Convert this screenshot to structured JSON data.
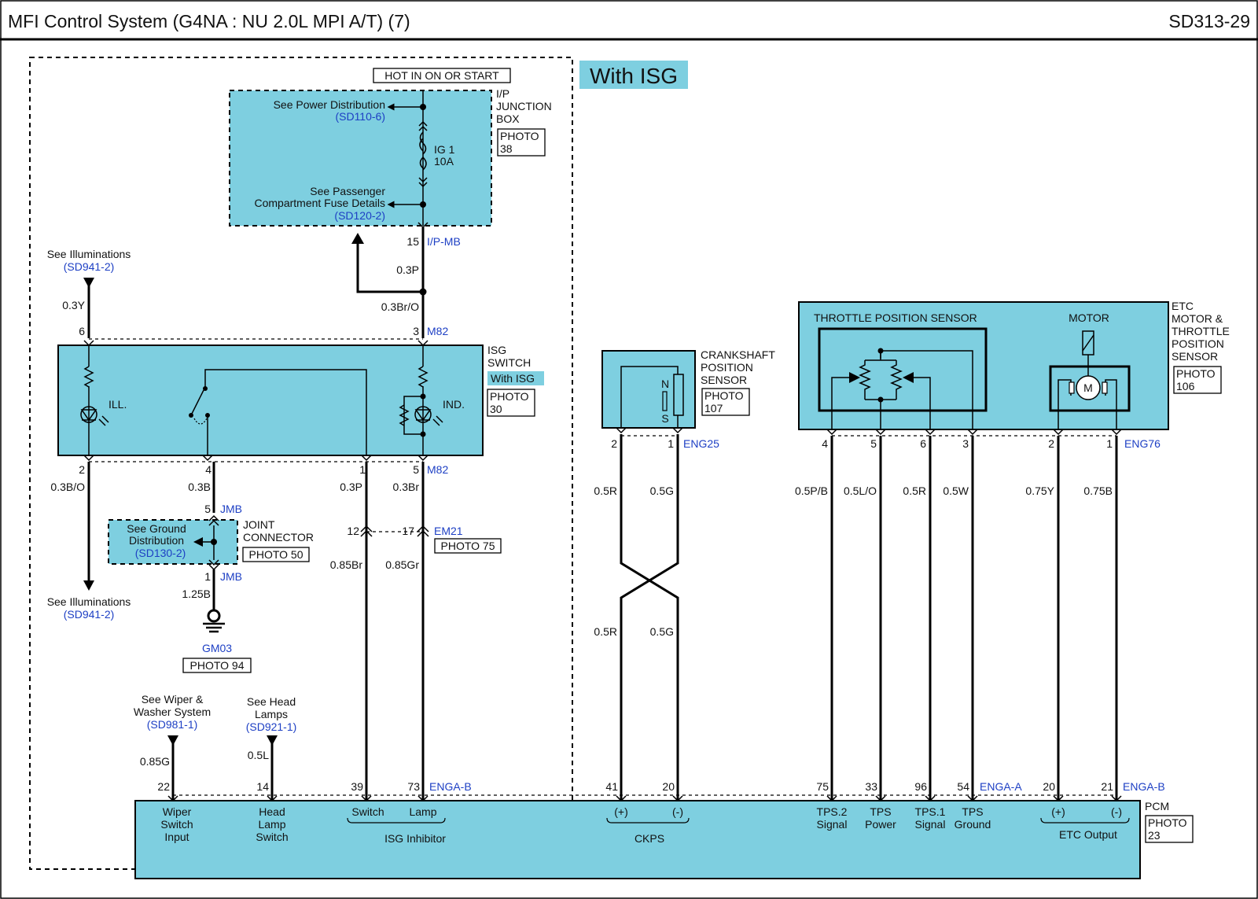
{
  "header": {
    "title": "MFI Control System (G4NA : NU 2.0L MPI A/T) (7)",
    "page_code": "SD313-29"
  },
  "variant_label": "With ISG",
  "junction_box": {
    "hot_label": "HOT IN ON OR START",
    "name": [
      "I/P",
      "JUNCTION",
      "BOX"
    ],
    "photo": [
      "PHOTO",
      "38"
    ],
    "power_ref_text": "See Power Distribution",
    "power_ref": "(SD110-6)",
    "fuse_name": "IG 1",
    "fuse_rating": "10A",
    "fuse_ref_text": [
      "See Passenger",
      "Compartment Fuse Details"
    ],
    "fuse_ref": "(SD120-2)",
    "pin": "15",
    "connector": "I/P-MB"
  },
  "wires_top": {
    "w1": "0.3P",
    "w2": "0.3Br/O",
    "illum_wire": "0.3Y"
  },
  "illum_top": {
    "text": "See Illuminations",
    "ref": "(SD941-2)"
  },
  "illum_bottom": {
    "text": "See Illuminations",
    "ref": "(SD941-2)"
  },
  "isg_switch": {
    "name": [
      "ISG",
      "SWITCH"
    ],
    "badge": "With ISG",
    "photo": [
      "PHOTO",
      "30"
    ],
    "ill": "ILL.",
    "ind": "IND.",
    "pin_top_left": "6",
    "pin_top_right": "3",
    "top_connector": "M82",
    "bottom_pins": [
      "2",
      "4",
      "1",
      "5"
    ],
    "bottom_connector": "M82",
    "bottom_wires": [
      "0.3B/O",
      "0.3B",
      "0.3P",
      "0.3Br"
    ]
  },
  "joint_connector": {
    "name": [
      "JOINT",
      "CONNECTOR"
    ],
    "photo": "PHOTO 50",
    "pin_top": "5",
    "pin_bottom": "1",
    "connector": "JMB",
    "ground_text": [
      "See Ground",
      "Distribution"
    ],
    "ground_ref": "(SD130-2)",
    "wire": "1.25B",
    "ground_name": "GM03",
    "ground_photo": "PHOTO 94"
  },
  "em21": {
    "pin_left": "12",
    "pin_right": "17",
    "connector": "EM21",
    "photo": "PHOTO 75",
    "wires": [
      "0.85Br",
      "0.85Gr"
    ]
  },
  "wiper": {
    "text": [
      "See Wiper &",
      "Washer System"
    ],
    "ref": "(SD981-1)",
    "wire": "0.85G",
    "pin": "22"
  },
  "headlamp": {
    "text": [
      "See Head",
      "Lamps"
    ],
    "ref": "(SD921-1)",
    "wire": "0.5L",
    "pin": "14"
  },
  "pcm_left_pins": {
    "pins": [
      "39",
      "73"
    ],
    "connector": "ENGA-B"
  },
  "ckps": {
    "name": [
      "CRANKSHAFT",
      "POSITION",
      "SENSOR"
    ],
    "photo": [
      "PHOTO",
      "107"
    ],
    "pins": [
      "2",
      "1"
    ],
    "connector": "ENG25",
    "wires_top": [
      "0.5R",
      "0.5G"
    ],
    "wires_bottom": [
      "0.5R",
      "0.5G"
    ],
    "pole_n": "N",
    "pole_s": "S",
    "pcm_pins": [
      "41",
      "20"
    ]
  },
  "etc": {
    "name": [
      "ETC",
      "MOTOR &",
      "THROTTLE",
      "POSITION",
      "SENSOR"
    ],
    "photo": [
      "PHOTO",
      "106"
    ],
    "tps_label": "THROTTLE POSITION SENSOR",
    "motor_label": "MOTOR",
    "motor_symbol": "M",
    "pins": [
      "4",
      "5",
      "6",
      "3",
      "2",
      "1"
    ],
    "connector": "ENG76",
    "wires": [
      "0.5P/B",
      "0.5L/O",
      "0.5R",
      "0.5W",
      "0.75Y",
      "0.75B"
    ],
    "pcm_pins_a": [
      "75",
      "33",
      "96",
      "54"
    ],
    "pcm_connector_a": "ENGA-A",
    "pcm_pins_b": [
      "20",
      "21"
    ],
    "pcm_connector_b": "ENGA-B"
  },
  "pcm": {
    "name": "PCM",
    "photo": [
      "PHOTO",
      "23"
    ],
    "wiper_input": [
      "Wiper",
      "Switch",
      "Input"
    ],
    "head_lamp_switch": [
      "Head",
      "Lamp",
      "Switch"
    ],
    "isg_switch": "Switch",
    "isg_lamp": "Lamp",
    "isg_group": "ISG Inhibitor",
    "ckps_plus": "(+)",
    "ckps_minus": "(-)",
    "ckps_group": "CKPS",
    "tps2": [
      "TPS.2",
      "Signal"
    ],
    "tps_power": [
      "TPS",
      "Power"
    ],
    "tps1": [
      "TPS.1",
      "Signal"
    ],
    "tps_ground": [
      "TPS",
      "Ground"
    ],
    "etc_plus": "(+)",
    "etc_minus": "(-)",
    "etc_group": "ETC Output"
  }
}
